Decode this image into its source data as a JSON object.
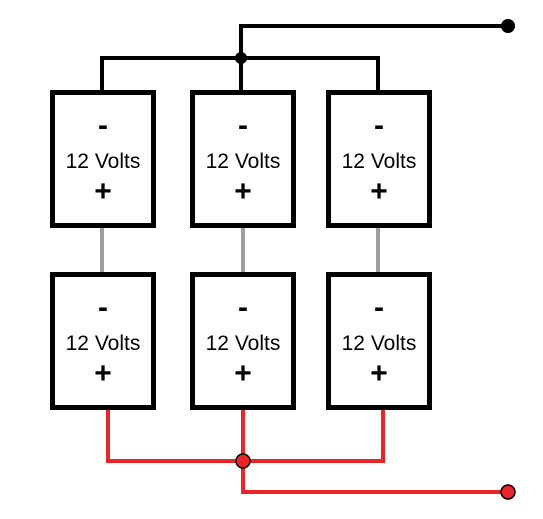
{
  "diagram": {
    "arrangement": "3 series strings of 2 batteries, connected in parallel",
    "wire_colors": {
      "negative_bus": "#000000",
      "positive_bus": "#e8262a",
      "series_link": "#a0a0a0",
      "battery_outline": "#000000"
    },
    "batteries": [
      {
        "minus": "-",
        "label": "12 Volts",
        "plus": "+"
      },
      {
        "minus": "-",
        "label": "12 Volts",
        "plus": "+"
      },
      {
        "minus": "-",
        "label": "12 Volts",
        "plus": "+"
      },
      {
        "minus": "-",
        "label": "12 Volts",
        "plus": "+"
      },
      {
        "minus": "-",
        "label": "12 Volts",
        "plus": "+"
      },
      {
        "minus": "-",
        "label": "12 Volts",
        "plus": "+"
      }
    ],
    "terminals": [
      {
        "polarity": "negative",
        "icon": "terminal-dot-icon"
      },
      {
        "polarity": "positive",
        "icon": "terminal-dot-icon"
      }
    ]
  }
}
